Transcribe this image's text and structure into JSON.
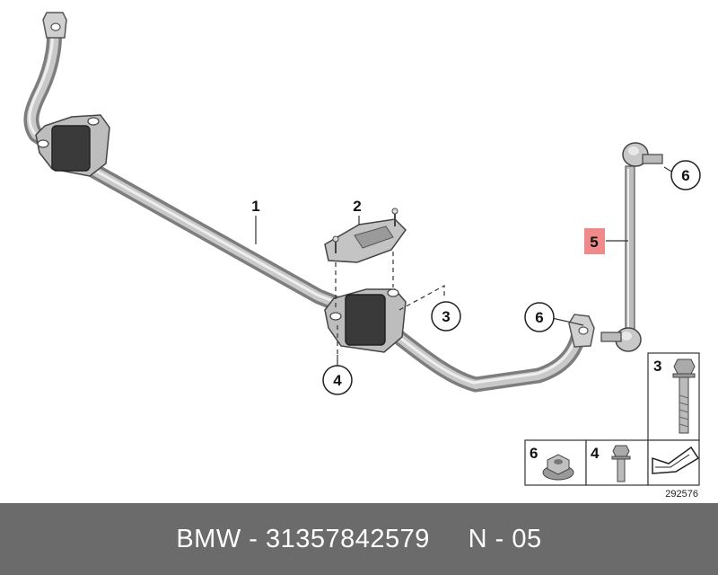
{
  "diagram": {
    "callouts": {
      "c1": "1",
      "c2": "2",
      "c3": "3",
      "c4": "4",
      "c5": "5",
      "c6a": "6",
      "c6b": "6"
    },
    "parts_grid": {
      "bolt_long": "3",
      "nut": "6",
      "bolt_short": "4"
    },
    "reference_number": "292576",
    "highlight_color": "#f08a8a"
  },
  "footer": {
    "text": "BMW - 31357842579     N - 05"
  }
}
